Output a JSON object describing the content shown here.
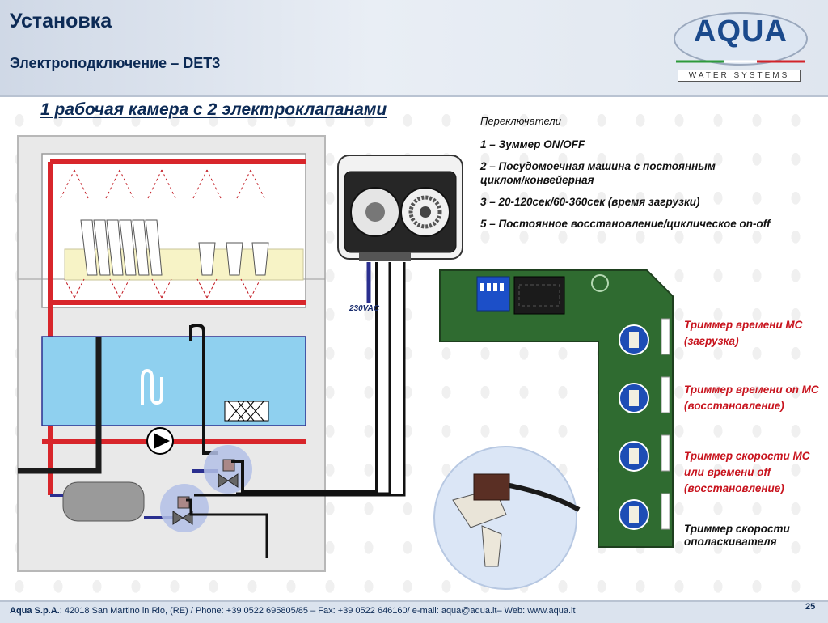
{
  "header": {
    "title": "Установка",
    "subtitle": "Электроподключение – DET3"
  },
  "logo": {
    "name": "AQUA",
    "tagline": "WATER SYSTEMS"
  },
  "section_title": "1 рабочая камера с 2 электроклапанами",
  "switches": {
    "heading": "Переключатели",
    "items": [
      "1 – Зуммер ON/OFF",
      "2 – Посудомоечная машина с постоянным циклом/конвейерная",
      "3 – 20-120сек/60-360сек (время загрузки)",
      "5 – Постоянное восстановление/циклическое  on-off"
    ]
  },
  "power_label": "230VAC",
  "trimmers": [
    "Триммер времени МС (загрузка)",
    "Триммер времени on МС (восстановление)",
    "Триммер скорости МС или времени off (восстановление)",
    "Триммер скорости ополаскивателя"
  ],
  "footer": {
    "company": "Aqua S.p.A.",
    "contact": ": 42018 San Martino in Rio, (RE) / Phone: +39 0522 695805/85 – Fax: +39 0522 646160/ e-mail: aqua@aqua.it– Web: www.aqua.it",
    "page": "25"
  },
  "colors": {
    "title_blue": "#0c2a55",
    "trimmer_red": "#c8141e",
    "pipe_red": "#d8262b",
    "pipe_blue": "#2a2f8f",
    "tank_blue": "#8fd0ef"
  }
}
